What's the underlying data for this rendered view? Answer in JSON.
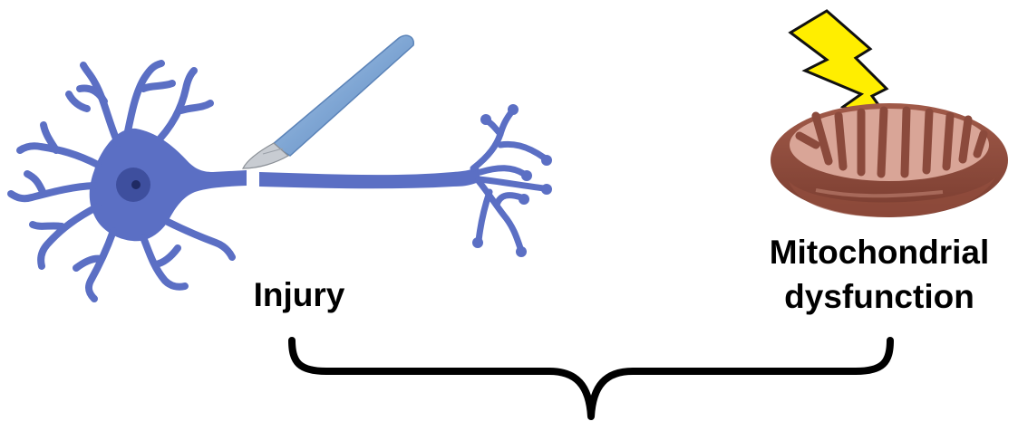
{
  "labels": {
    "injury": "Injury",
    "mitochondrial_line1": "Mitochondrial",
    "mitochondrial_line2": "dysfunction"
  },
  "colors": {
    "neuron": "#5b6fc4",
    "neuron_dark": "#3e4f9e",
    "nucleus": "#2f3f8a",
    "scalpel_handle": "#7fa6d4",
    "scalpel_blade": "#c8ccd2",
    "mito_outer": "#8b4a3c",
    "mito_inner": "#d9a597",
    "bolt": "#ffee00",
    "brace": "#000000"
  },
  "icons": {
    "neuron": "neuron-icon",
    "scalpel": "scalpel-icon",
    "mitochondrion": "mitochondrion-icon",
    "lightning": "lightning-bolt-icon",
    "brace": "curly-brace"
  }
}
